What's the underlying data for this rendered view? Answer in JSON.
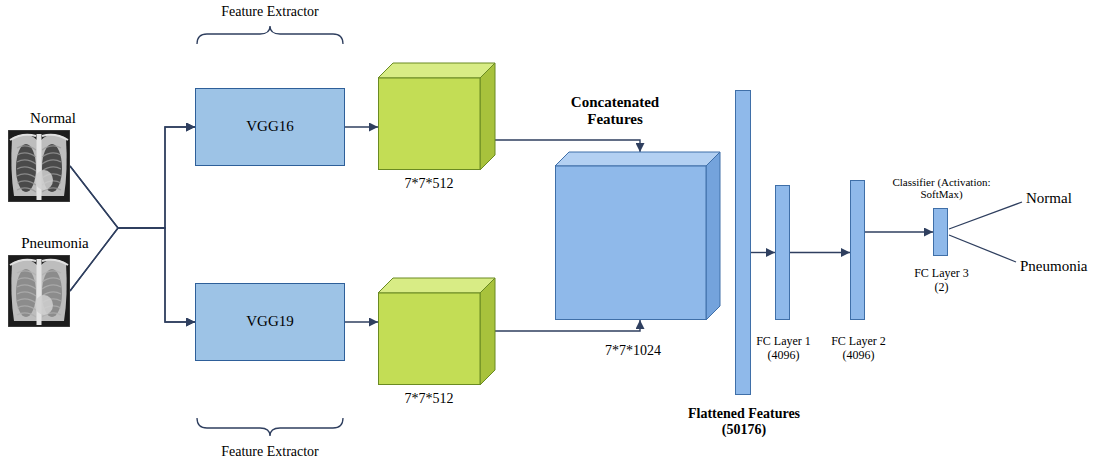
{
  "diagram": {
    "nodes": [
      {
        "text": [
          "Normal"
        ]
      },
      {
        "text": [
          "Pneumonia"
        ]
      },
      {
        "text": [
          "VGG16"
        ]
      },
      {
        "text": [
          "VGG19"
        ]
      },
      {
        "text": [
          "7*7*512"
        ]
      },
      {
        "text": [
          "7*7*512"
        ]
      },
      {
        "text": [
          "Concatenated Features",
          "7*7*1024"
        ]
      },
      {
        "text": [
          "Flattened Features (50176)"
        ]
      },
      {
        "text": [
          "FC Layer 1 (4096)"
        ]
      },
      {
        "text": [
          "FC Layer 2 (4096)"
        ]
      },
      {
        "text": [
          "Classifier (Activation: SoftMax)",
          "FC Layer 3 (2)"
        ]
      }
    ],
    "edges": [
      {
        "from": 0,
        "to": 2,
        "arrow": "to"
      },
      {
        "from": 0,
        "to": 3,
        "arrow": "to"
      },
      {
        "from": 1,
        "to": 2,
        "arrow": "to"
      },
      {
        "from": 1,
        "to": 3,
        "arrow": "to"
      },
      {
        "from": 2,
        "to": 4,
        "arrow": "to"
      },
      {
        "from": 3,
        "to": 5,
        "arrow": "to"
      },
      {
        "from": 4,
        "to": 6,
        "arrow": "to"
      },
      {
        "from": 5,
        "to": 6,
        "arrow": "to"
      },
      {
        "from": 7,
        "to": 8,
        "arrow": "to"
      },
      {
        "from": 8,
        "to": 9,
        "arrow": "to"
      },
      {
        "from": 9,
        "to": 10,
        "arrow": "to"
      }
    ],
    "labels": [
      "Feature Extractor",
      "Feature Extractor",
      "Normal",
      "Pneumonia"
    ]
  }
}
